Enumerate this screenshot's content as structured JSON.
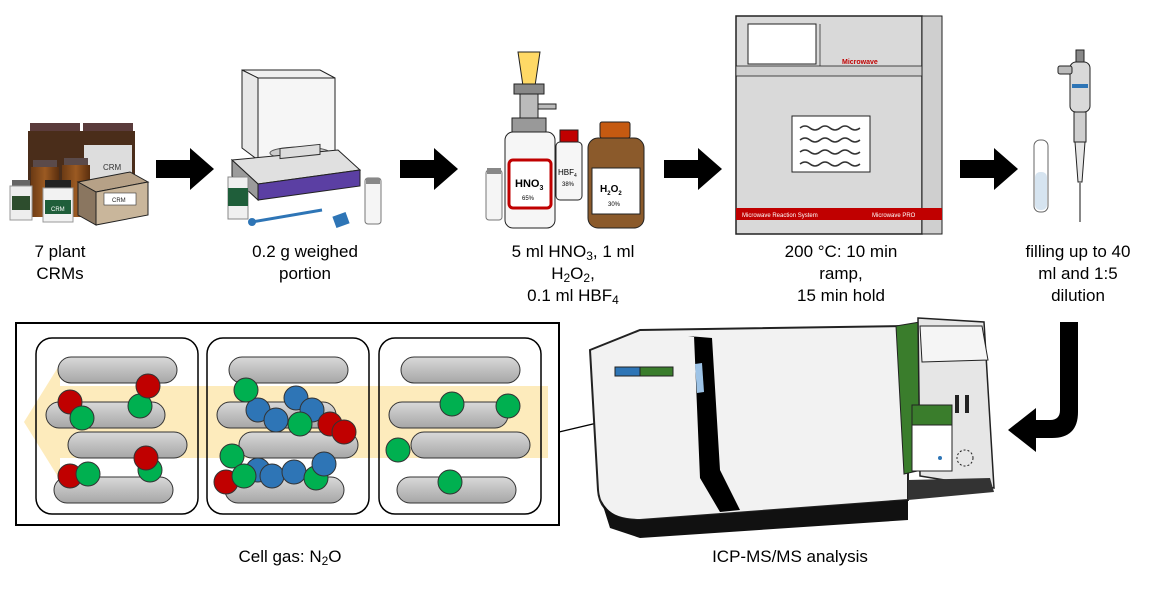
{
  "steps": [
    {
      "id": "crms",
      "line1": "7 plant",
      "line2": "CRMs"
    },
    {
      "id": "weigh",
      "line1": "0.2 g weighed",
      "line2": "portion"
    },
    {
      "id": "reagents",
      "line1_a": "5 ml HNO",
      "line1_sub": "3",
      "line1_b": ", 1 ml",
      "line2_a": "H",
      "line2_sub1": "2",
      "line2_b": "O",
      "line2_sub2": "2",
      "line2_c": ",",
      "line3_a": "0.1 ml HBF",
      "line3_sub": "4"
    },
    {
      "id": "microwave",
      "line1": "200 °C: 10 min",
      "line2": "ramp,",
      "line3": "15 min hold"
    },
    {
      "id": "dilution",
      "line1": "filling up to 40",
      "line2": "ml and 1:5",
      "line3": "dilution"
    }
  ],
  "cell_gas": {
    "text_a": "Cell gas: N",
    "sub": "2",
    "text_b": "O"
  },
  "icpms": {
    "label": "ICP-MS/MS analysis"
  },
  "jar_labels": {
    "crm": "CRM",
    "crm_green": "CRM"
  },
  "bottles": {
    "hno3": {
      "a": "HNO",
      "sub": "3",
      "pct": "65%"
    },
    "hbf4": {
      "a": "HBF",
      "sub": "4",
      "pct": "38%"
    },
    "h2o2": {
      "a": "H",
      "sub1": "2",
      "b": "O",
      "sub2": "2",
      "pct": "30%"
    }
  },
  "microwave_labels": {
    "brand": "Microwave",
    "system": "Microwave Reaction System",
    "model": "Microwave PRO"
  },
  "colors": {
    "red": "#c00000",
    "green": "#00b050",
    "blue": "#2e75b6",
    "rod": "#bfbfbf",
    "beam": "#fde9b5",
    "instrument_green": "#3a7d2c"
  }
}
